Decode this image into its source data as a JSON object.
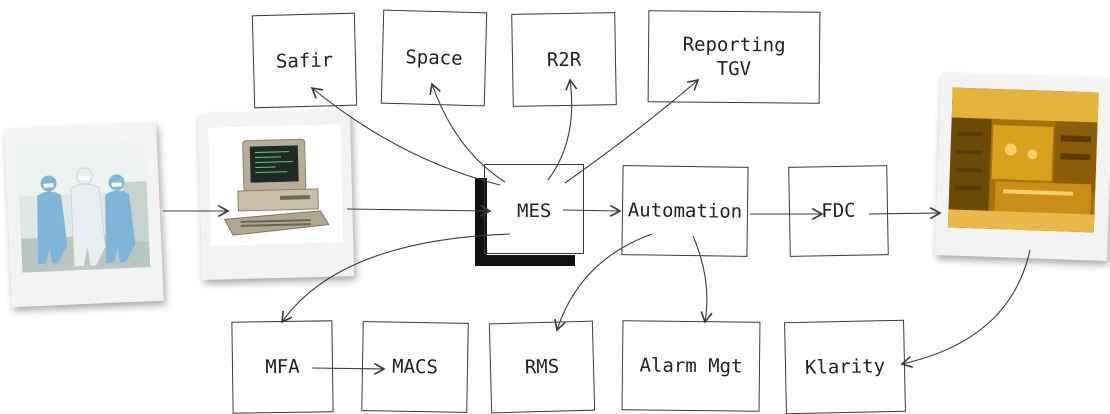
{
  "boxes": {
    "safir": "Safir",
    "space": "Space",
    "r2r": "R2R",
    "reporting": "Reporting\nTGV",
    "automation": "Automation",
    "fdc": "FDC",
    "mfa": "MFA",
    "macs": "MACS",
    "rms": "RMS",
    "alarm_mgt": "Alarm Mgt",
    "klarity": "Klarity"
  },
  "center": {
    "mes": "MES"
  },
  "colors": {
    "line": "#3a3a3a",
    "mes_bracket": "#111111",
    "fab_glow": "#d7a21c"
  },
  "photos": {
    "cleanroom": "cleanroom-workers-photo",
    "computer": "vintage-computer-photo",
    "fab": "fab-tool-photo"
  }
}
